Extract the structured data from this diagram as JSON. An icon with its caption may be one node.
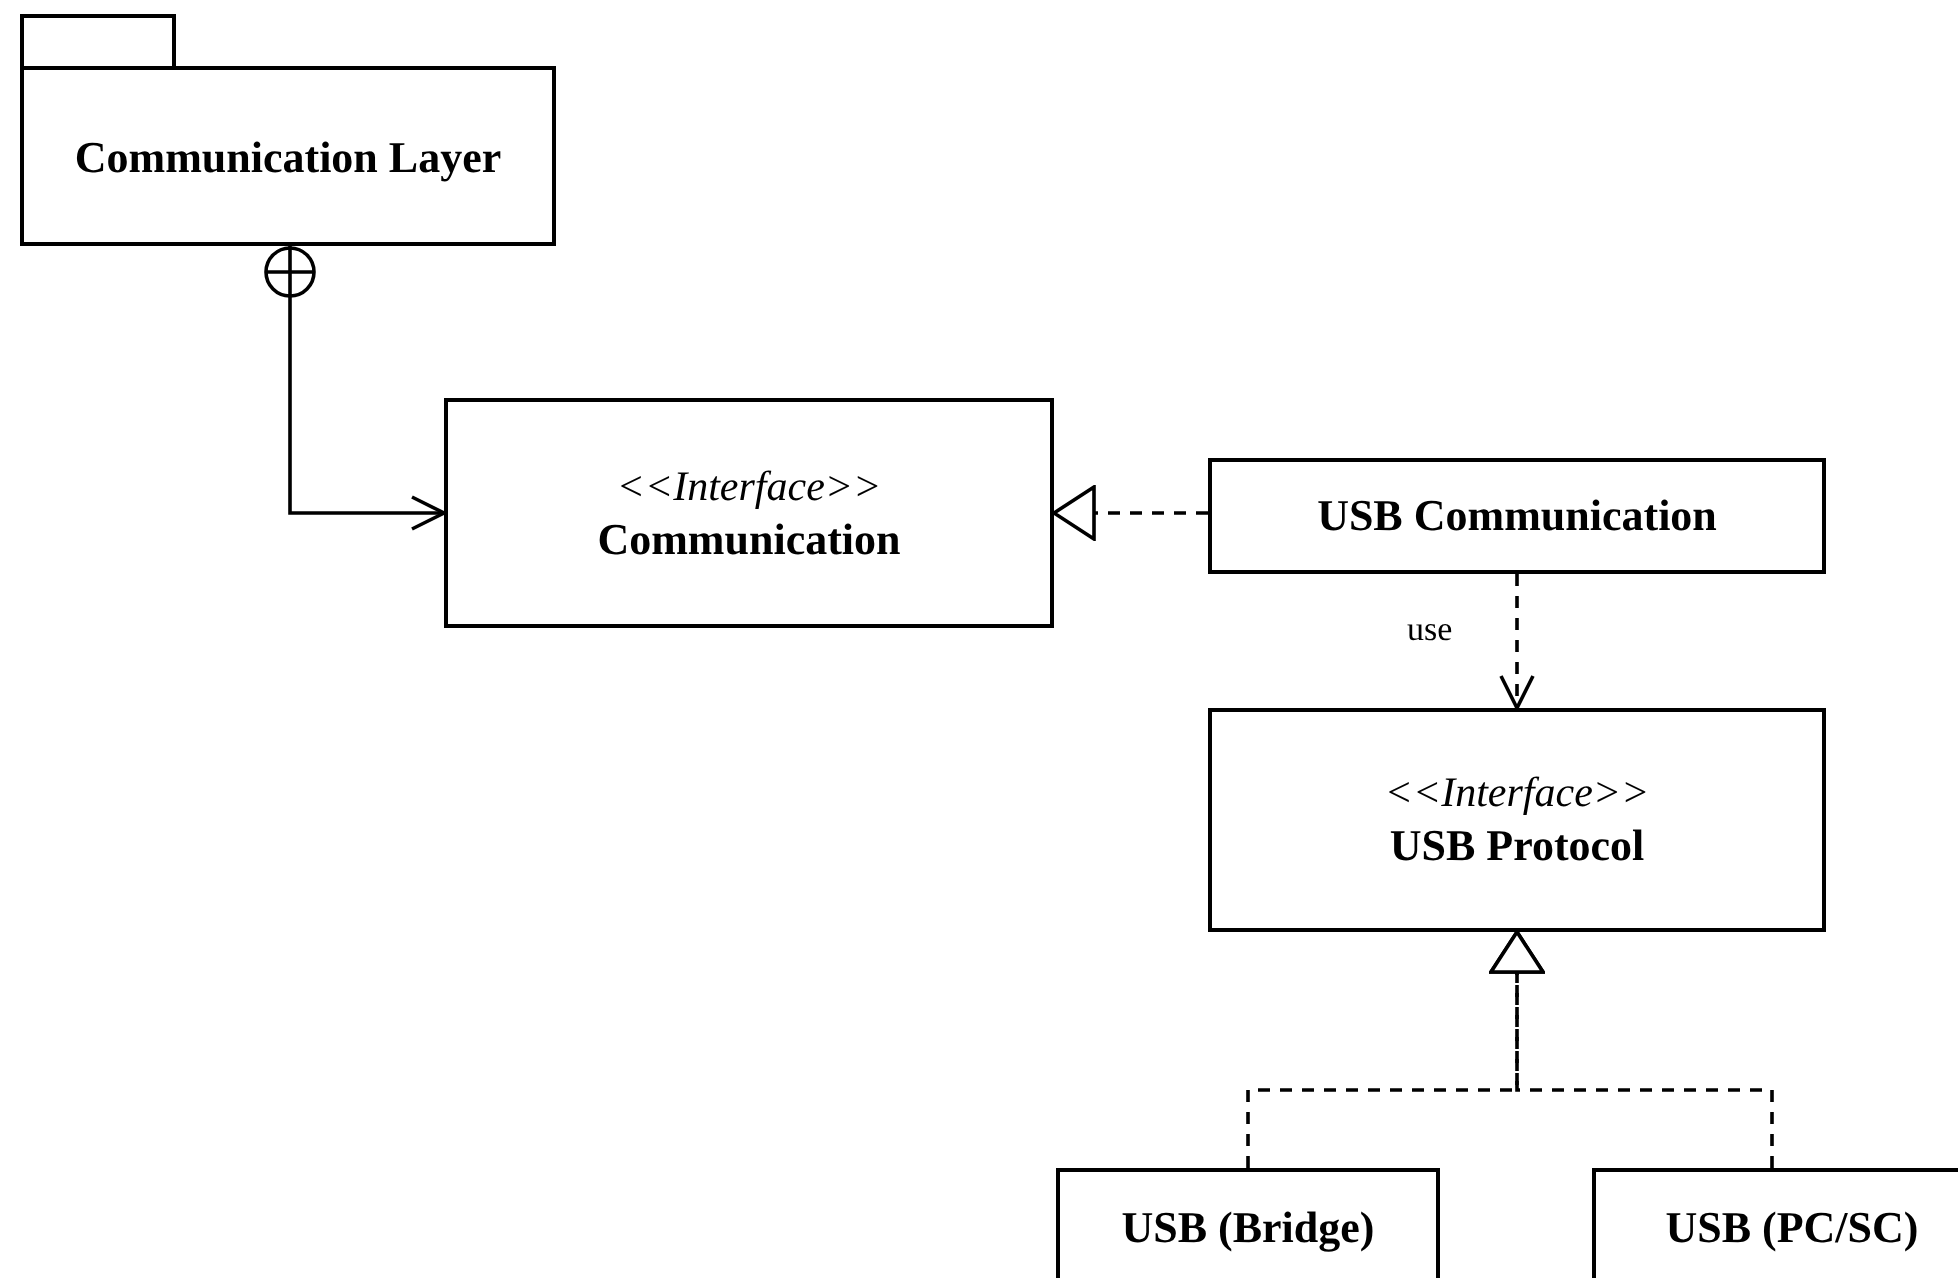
{
  "diagram": {
    "nodes": [
      {
        "text": [
          "Communication Layer"
        ]
      },
      {
        "text": [
          "<<Interface>>",
          "Communication"
        ]
      },
      {
        "text": [
          "USB Communication"
        ]
      },
      {
        "text": [
          "<<Interface>>",
          "USB Protocol"
        ]
      },
      {
        "text": [
          "USB (Bridge)"
        ]
      },
      {
        "text": [
          "USB (PC/SC)"
        ]
      }
    ],
    "edges": [
      {
        "from": 0,
        "to": 1,
        "arrow": "to"
      },
      {
        "from": 2,
        "to": 1,
        "arrow": "to",
        "style": "dashed"
      },
      {
        "from": 2,
        "to": 3,
        "arrow": "to",
        "style": "dashed",
        "label": "use"
      },
      {
        "from": 4,
        "to": 3,
        "arrow": "to",
        "style": "dashed"
      },
      {
        "from": 5,
        "to": 3,
        "arrow": "to",
        "style": "dashed"
      }
    ]
  }
}
